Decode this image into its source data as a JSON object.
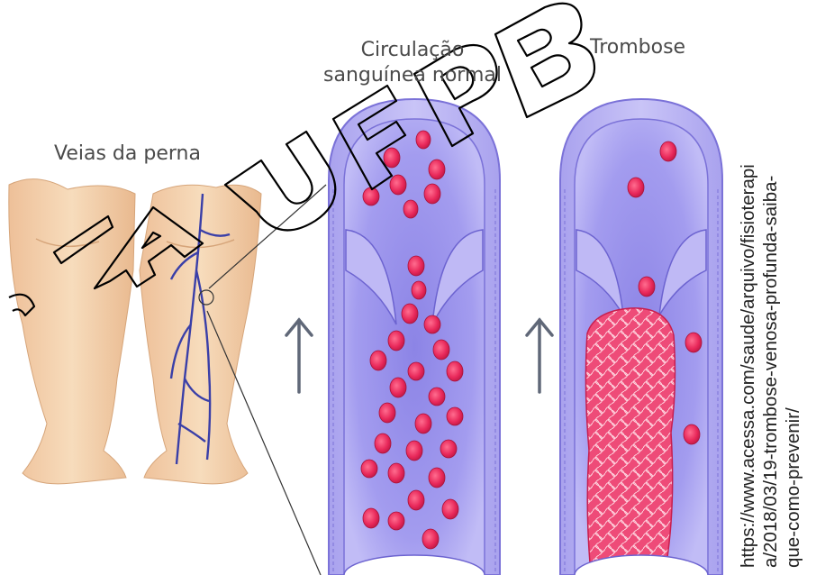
{
  "labels": {
    "leg_veins": "Veias da perna",
    "normal_line1": "Circulação",
    "normal_line2": "sanguínea normal",
    "thrombosis": "Trombose"
  },
  "watermark": "CIA UFPB",
  "source_url": {
    "line1": "https://www.acessa.com/saude/arquivo/fisioterapi",
    "line2": "a/2018/03/19-trombose-venosa-profunda-saiba-",
    "line3": "que-como-prevenir/"
  },
  "colors": {
    "vessel_wall": "#b9b3f0",
    "vessel_inner": "#8f86e8",
    "blood_cell": "#e8285a",
    "clot": "#f04a78",
    "skin": "#f2cfa6",
    "vein": "#3a3fa8",
    "arrow": "#606878"
  },
  "icons": [
    "up-arrow-icon",
    "up-arrow-icon"
  ]
}
